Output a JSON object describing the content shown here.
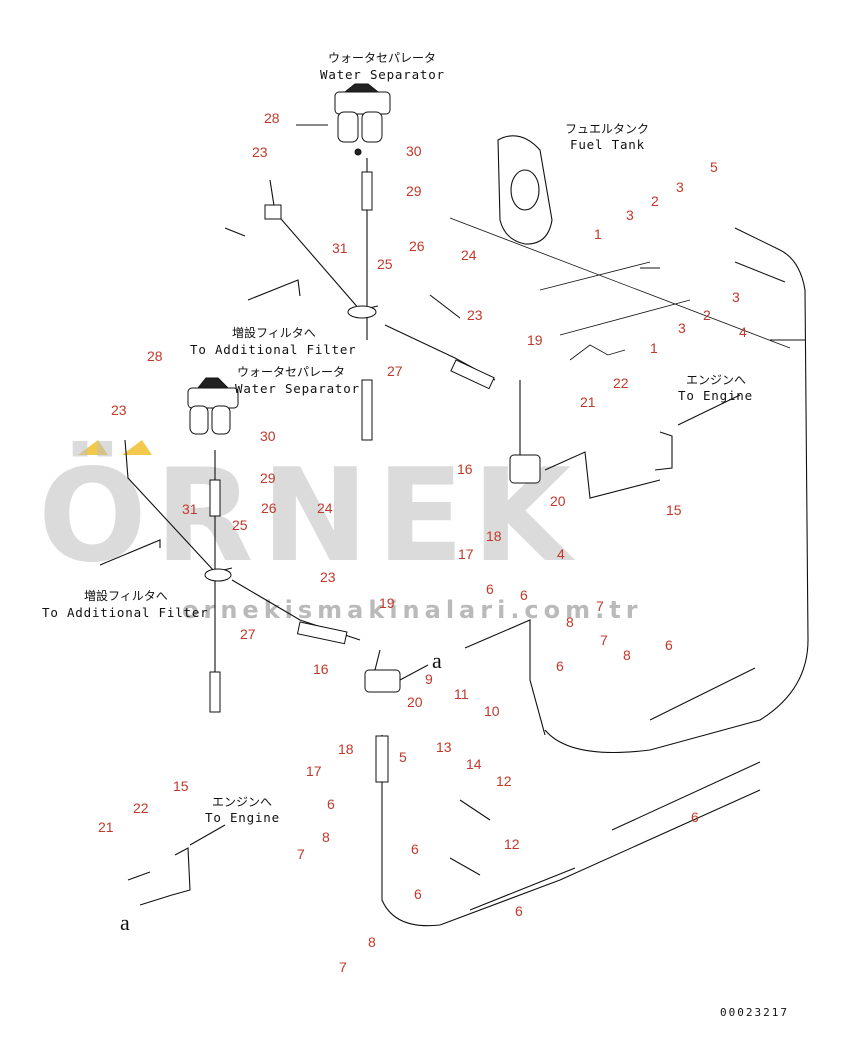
{
  "watermark": {
    "brand": "ÖRNEK",
    "url": "ornekismakinalari.com.tr",
    "accent_color": "#f2c94c"
  },
  "labels": {
    "water_separator_top_jp": "ウォータセパレータ",
    "water_separator_top_en": "Water Separator",
    "fuel_tank_jp": "フュエルタンク",
    "fuel_tank_en": "Fuel Tank",
    "additional_filter_1_jp": "増設フィルタへ",
    "additional_filter_1_en": "To Additional Filter",
    "water_separator_mid_jp": "ウォータセパレータ",
    "water_separator_mid_en": "Water Separator",
    "to_engine_1_jp": "エンジンへ",
    "to_engine_1_en": "To Engine",
    "additional_filter_2_jp": "増設フィルタへ",
    "additional_filter_2_en": "To Additional Filter",
    "to_engine_2_jp": "エンジンへ",
    "to_engine_2_en": "To Engine",
    "drawing_number": "00023217"
  },
  "callouts": [
    "28",
    "23",
    "30",
    "29",
    "31",
    "25",
    "26",
    "24",
    "23",
    "27",
    "19",
    "1",
    "3",
    "2",
    "3",
    "5",
    "1",
    "3",
    "2",
    "3",
    "4",
    "28",
    "23",
    "30",
    "29",
    "31",
    "25",
    "26",
    "24",
    "23",
    "27",
    "19",
    "22",
    "21",
    "15",
    "16",
    "17",
    "18",
    "20",
    "4",
    "6",
    "7",
    "8",
    "6",
    "11",
    "10",
    "9",
    "16",
    "17",
    "18",
    "20",
    "5",
    "7",
    "8",
    "6",
    "6",
    "13",
    "14",
    "12",
    "6",
    "8",
    "7",
    "6",
    "12",
    "6",
    "8",
    "7",
    "6",
    "6",
    "22",
    "21",
    "15"
  ],
  "detail_marks": [
    "a",
    "a"
  ]
}
